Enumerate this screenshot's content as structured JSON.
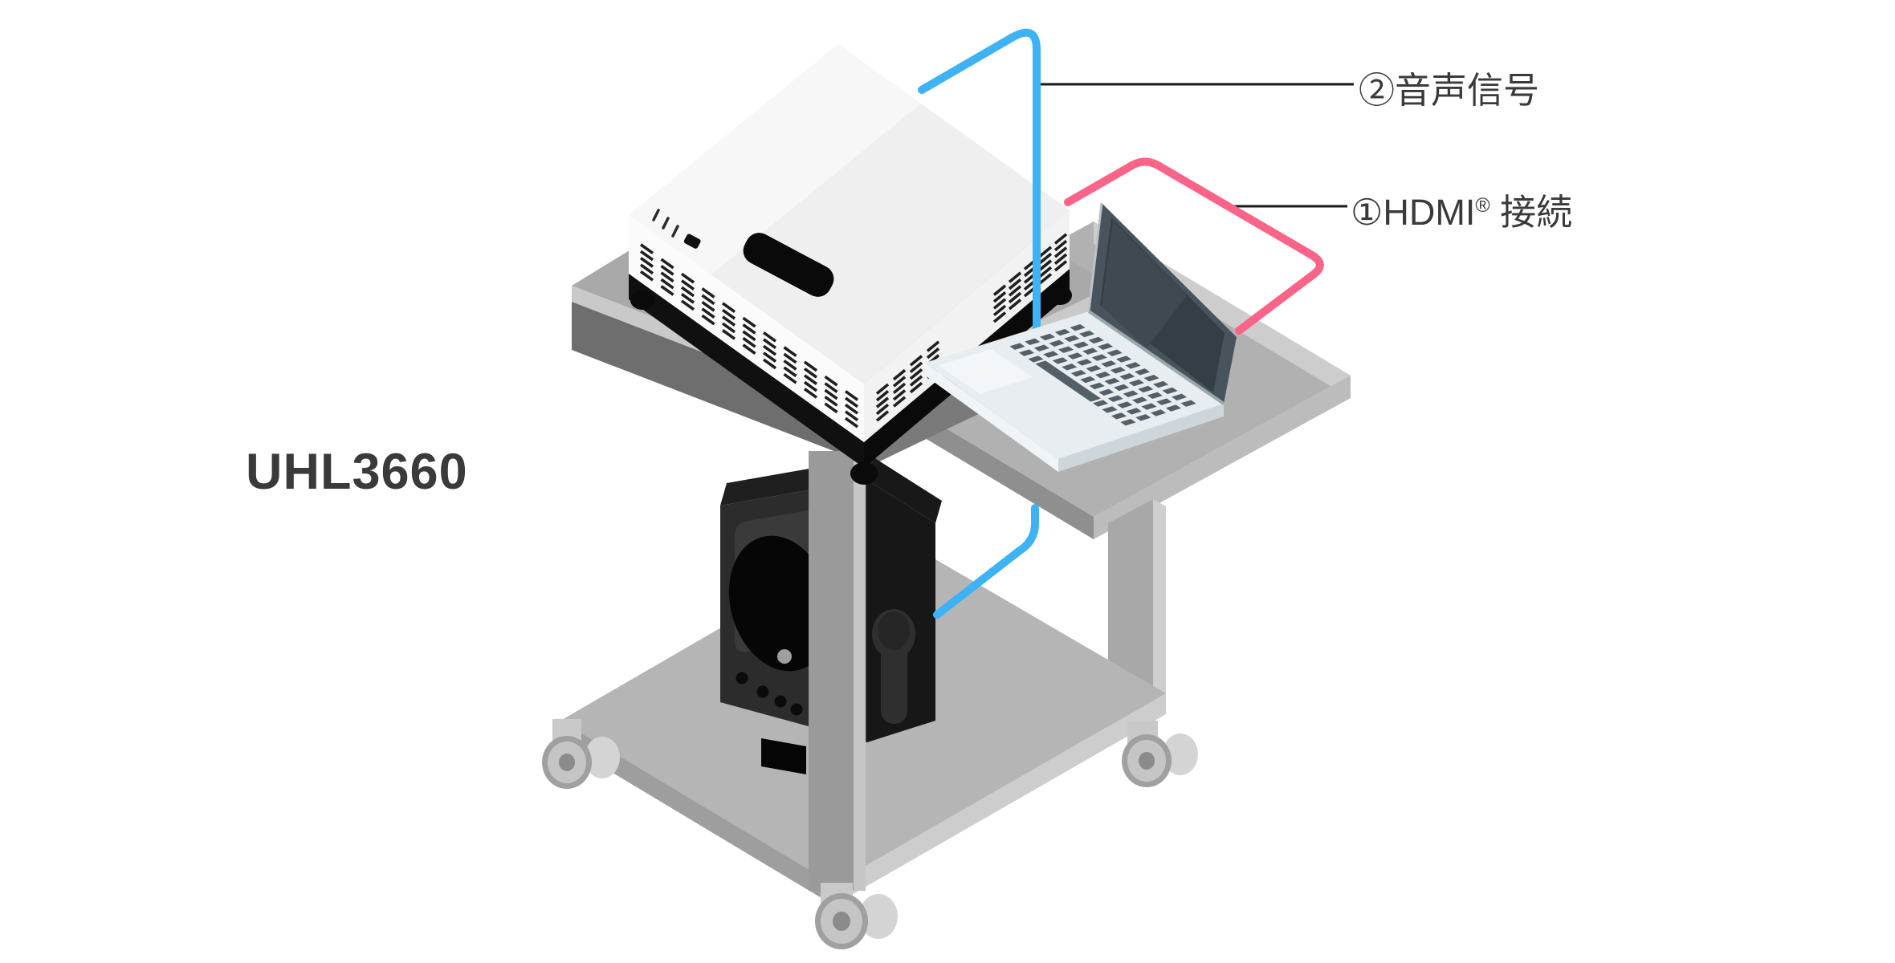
{
  "diagram": {
    "model_label": "UHL3660",
    "callouts": {
      "audio": {
        "label": "②音声信号"
      },
      "hdmi": {
        "prefix": "①HDMI",
        "sup": "®",
        "suffix": " 接続"
      }
    },
    "cables": {
      "audio": {
        "color": "#3db2f5"
      },
      "hdmi": {
        "color": "#fa6488"
      }
    },
    "colors": {
      "label_text": "#3a3a3a",
      "callout_line": "#1a1a1a"
    },
    "scene_objects": [
      "projector",
      "laptop-computer",
      "speaker",
      "av-cart",
      "audio-cable",
      "hdmi-cable"
    ]
  }
}
